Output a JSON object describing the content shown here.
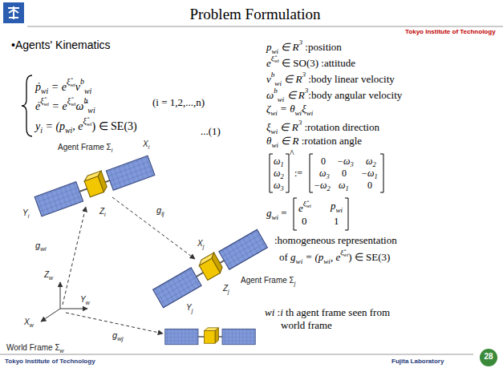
{
  "diagram": {
    "title": "Problem Formulation",
    "labels": [
      "•Agents' Kinematics",
      "ṗ",
      "wi",
      " = e",
      "ξ̂",
      "wi",
      "v",
      "b",
      "wi",
      "ė",
      "ξ̂",
      "wi",
      " = e",
      "ξ̂",
      "wi",
      "ω̂",
      "b",
      "wi",
      "(i = 1,2,...,n)",
      "y",
      "i",
      " = (p",
      "wi",
      ", e",
      "ξ̂",
      "wi",
      ") ∈ SE(3)",
      "...(1)",
      "p",
      "wi",
      " ∈ R",
      "3",
      " :position",
      "e",
      "ξ̂",
      "wi",
      " ∈ SO(3) :attitude",
      "v",
      "b",
      "wi",
      " ∈ R",
      "3",
      " :body linear velocity",
      "ω",
      "b",
      "wi",
      " ∈ R",
      "3",
      ":body angular velocity",
      "ζ",
      "wi",
      " = θ",
      "wi",
      "ξ",
      "wi",
      "ξ",
      "wi",
      " ∈ R",
      "3",
      " :rotation direction",
      "θ",
      "wi",
      " ∈ R",
      " :rotation angle",
      "ω",
      "1",
      "ω",
      "2",
      "ω",
      "3",
      "^",
      " :=",
      "0",
      "−ω",
      "3",
      "ω",
      "2",
      "ω",
      "3",
      "0",
      "−ω",
      "1",
      "−ω",
      "2",
      "ω",
      "1",
      "0",
      "g",
      "wi",
      " =",
      "e",
      "ξ̂",
      "wi",
      "p",
      "wi",
      "0",
      "1",
      ":homogeneous representation",
      "of ",
      "g",
      "wi",
      " = (p",
      "wi",
      ", e",
      "ξ̂",
      "wi",
      ") ∈ SE(3)",
      "wi",
      " :",
      "i",
      " th agent frame seen from",
      "world frame",
      "Tokyo Institute of Technology",
      "Agent Frame Σ",
      "i",
      "X",
      "i",
      "Y",
      "i",
      "Z",
      "i",
      "Agent Frame Σ",
      "j",
      "X",
      "j",
      "Y",
      "j",
      "Z",
      "j",
      "g",
      "wi",
      "g",
      "ij",
      "g",
      "wj",
      "Z",
      "w",
      "Y",
      "w",
      "X",
      "w",
      "World Frame Σ",
      "w",
      "Tokyo Institute of Technology",
      "Fujita Laboratory",
      "28"
    ]
  }
}
